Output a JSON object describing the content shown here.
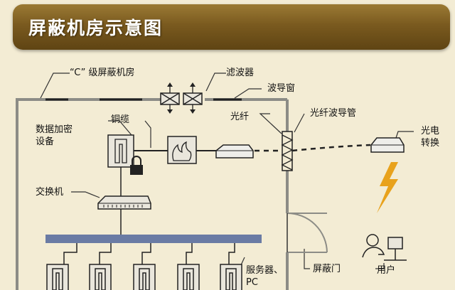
{
  "title": "屏蔽机房示意图",
  "labels": {
    "c_room": "“C” 级屏蔽机房",
    "filter": "滤波器",
    "waveguide_window": "波导窗",
    "encryption_device": "数据加密\n设备",
    "copper_cable": "铜缆",
    "fiber": "光纤",
    "fiber_waveguide_tube": "光纤波导管",
    "photoelectric_converter": "光电\n转换",
    "switch": "交换机",
    "servers_pc": "服务器、\nPC",
    "shield_door": "屏蔽门",
    "user": "用户"
  },
  "colors": {
    "banner": "#7a5a1f",
    "wall": "#8c8c86",
    "bus": "#6a7ba4",
    "lightning": "#e8a21c"
  },
  "icons": [
    "encryption-device-icon",
    "lock-icon",
    "firewall-icon",
    "fiber-modem-icon",
    "filter-icon",
    "waveguide-tube-icon",
    "switch-icon",
    "server-icon",
    "converter-icon",
    "lightning-icon",
    "user-icon",
    "door-arc-icon"
  ]
}
